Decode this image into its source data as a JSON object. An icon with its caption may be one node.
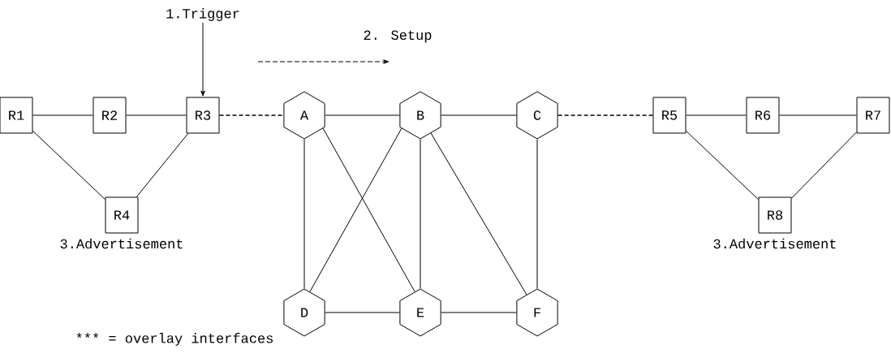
{
  "diagram": {
    "nodes": [
      {
        "text": [
          "1.Trigger"
        ]
      },
      {
        "text": [
          "R1"
        ]
      },
      {
        "text": [
          "R2"
        ]
      },
      {
        "text": [
          "R3"
        ]
      },
      {
        "text": [
          "R4"
        ],
        "beside": [
          "3.Advertisement"
        ]
      },
      {
        "text": [
          "A"
        ]
      },
      {
        "text": [
          "B"
        ]
      },
      {
        "text": [
          "C"
        ]
      },
      {
        "text": [
          "R5"
        ]
      },
      {
        "text": [
          "R6"
        ]
      },
      {
        "text": [
          "R7"
        ]
      },
      {
        "text": [
          "R8"
        ],
        "beside": [
          "3.Advertisement"
        ]
      },
      {
        "text": [
          "D"
        ]
      },
      {
        "text": [
          "E"
        ]
      },
      {
        "text": [
          "F"
        ]
      }
    ],
    "edges": [
      {
        "from": 0,
        "to": 3,
        "arrow": "to"
      },
      {
        "from": 1,
        "to": 2,
        "arrow": "none"
      },
      {
        "from": 2,
        "to": 3,
        "arrow": "none"
      },
      {
        "from": 1,
        "to": 4,
        "arrow": "none"
      },
      {
        "from": 3,
        "to": 4,
        "arrow": "none"
      },
      {
        "from": 3,
        "to": 5,
        "arrow": "none",
        "style": "dashed"
      },
      {
        "from": 5,
        "to": 6,
        "arrow": "none"
      },
      {
        "from": 6,
        "to": 7,
        "arrow": "none"
      },
      {
        "from": 7,
        "to": 8,
        "arrow": "none",
        "style": "dashed"
      },
      {
        "from": 8,
        "to": 9,
        "arrow": "none"
      },
      {
        "from": 9,
        "to": 10,
        "arrow": "none"
      },
      {
        "from": 8,
        "to": 11,
        "arrow": "none"
      },
      {
        "from": 10,
        "to": 11,
        "arrow": "none"
      },
      {
        "from": 5,
        "to": 12,
        "arrow": "none"
      },
      {
        "from": 5,
        "to": 13,
        "arrow": "none"
      },
      {
        "from": 6,
        "to": 12,
        "arrow": "none"
      },
      {
        "from": 6,
        "to": 13,
        "arrow": "none"
      },
      {
        "from": 6,
        "to": 14,
        "arrow": "none"
      },
      {
        "from": 7,
        "to": 14,
        "arrow": "none"
      },
      {
        "from": 12,
        "to": 13,
        "arrow": "none"
      },
      {
        "from": 13,
        "to": 14,
        "arrow": "none"
      }
    ],
    "labels": [
      "2. Setup",
      "*** = overlay interfaces"
    ]
  }
}
